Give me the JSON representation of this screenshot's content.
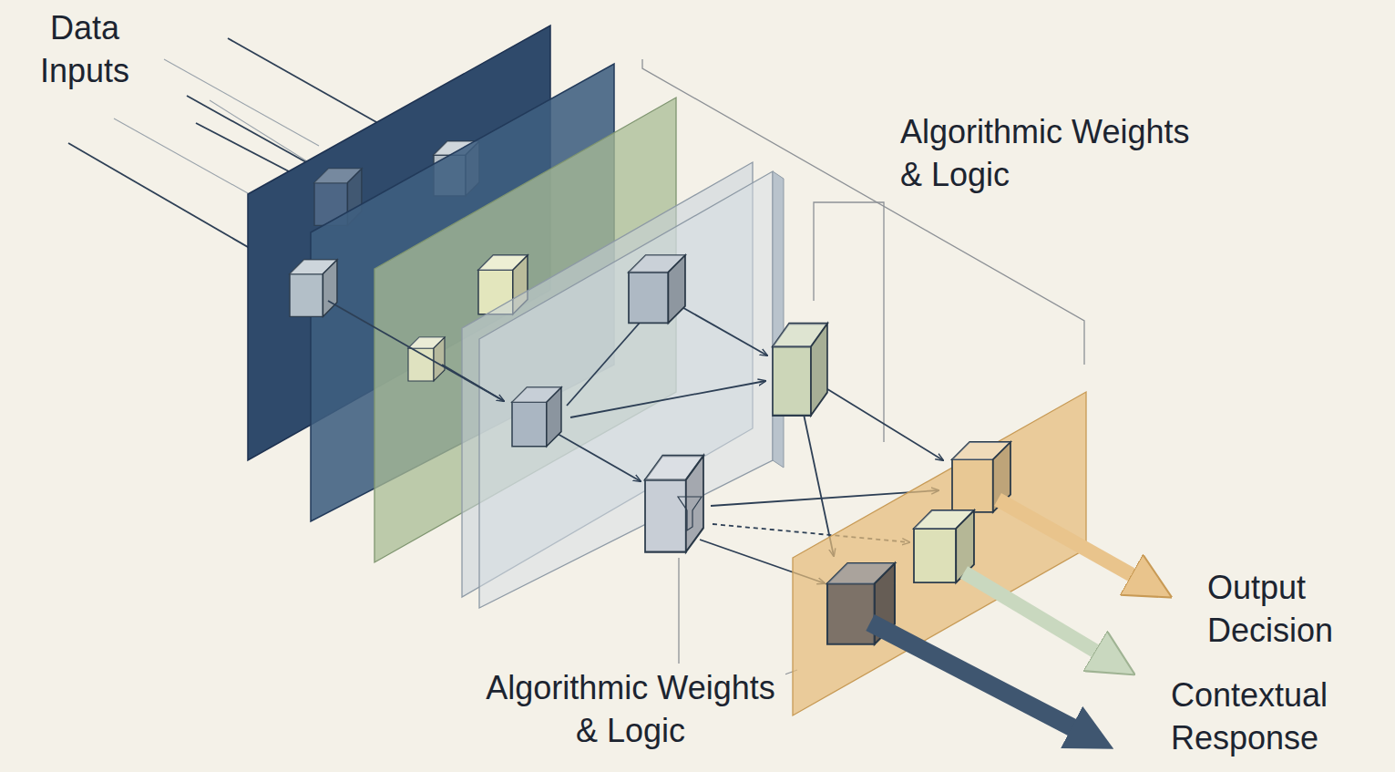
{
  "diagram": {
    "labels": [
      "Data Inputs",
      "Algorithmic Weights & Logic",
      "Algorithmic Weights & Logic",
      "Output Decision",
      "Contextual Response"
    ]
  }
}
